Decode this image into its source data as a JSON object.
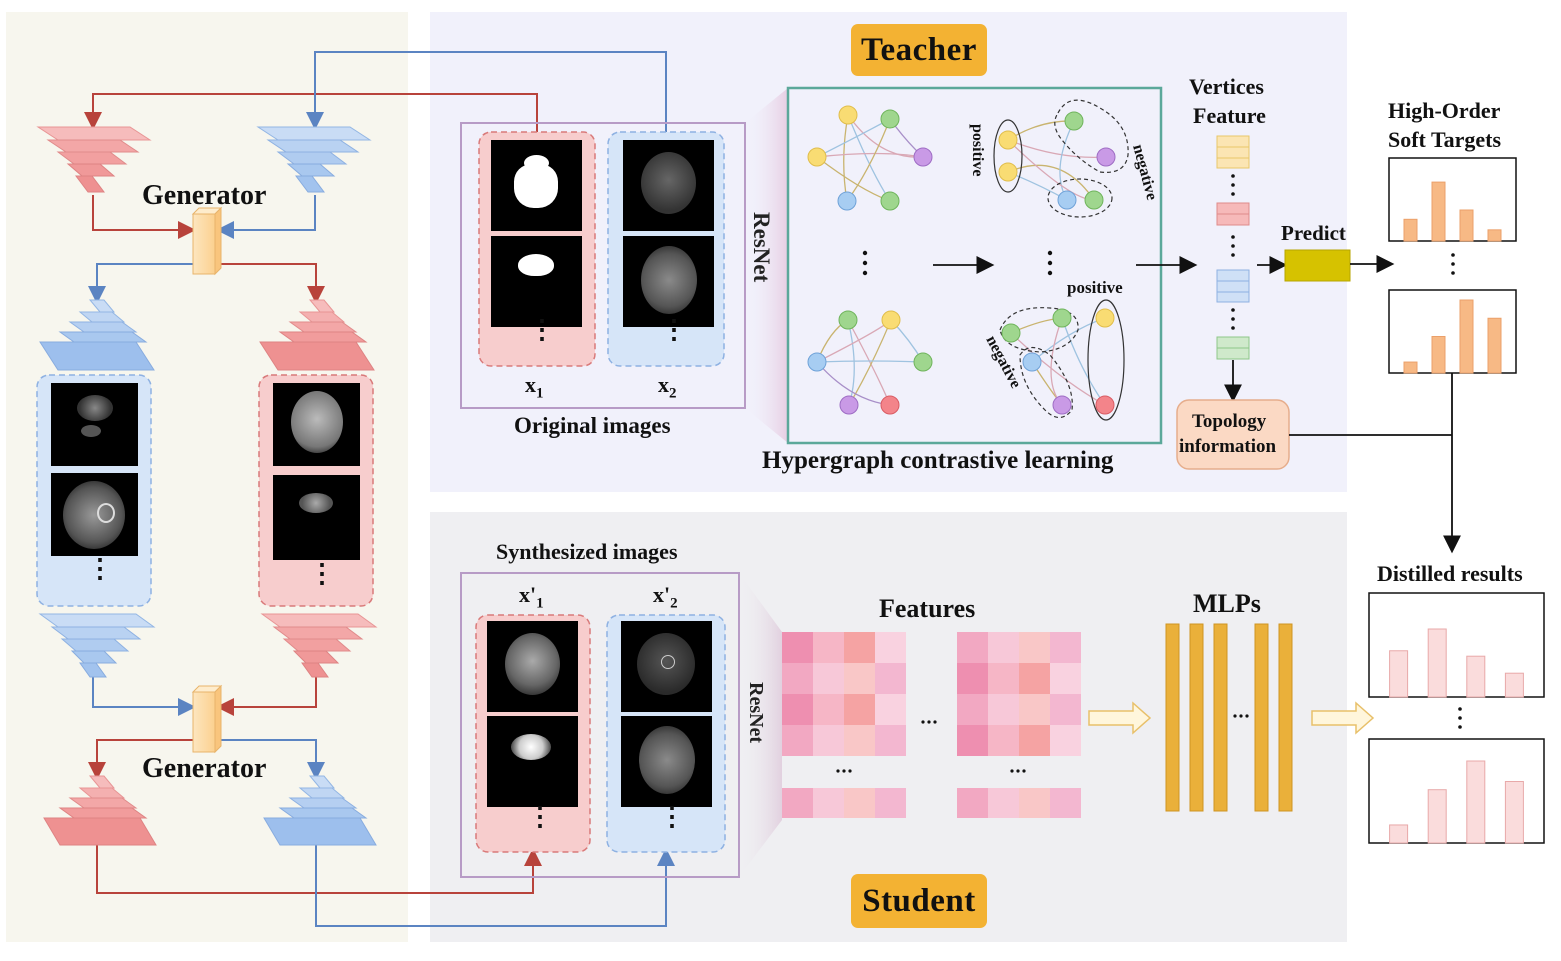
{
  "teacher_label": "Teacher",
  "student_label": "Student",
  "generator_top_label": "Generator",
  "generator_bottom_label": "Generator",
  "teacher": {
    "backbone_label": "ResNet",
    "x1_label": "x",
    "x1_sub": "1",
    "x2_label": "x",
    "x2_sub": "2",
    "original_images_label": "Original images",
    "hypergraph_label": "Hypergraph contrastive learning",
    "positive_top": "positive",
    "negative_top": "negative",
    "positive_bottom": "positive",
    "negative_bottom": "negative",
    "vertices_label_line1": "Vertices",
    "vertices_label_line2": "Feature",
    "topology_line1": "Topology",
    "topology_line2": "information",
    "predict_label": "Predict",
    "soft_targets_line1": "High-Order",
    "soft_targets_line2": "Soft Targets"
  },
  "student": {
    "backbone_label": "ResNet",
    "synth_label": "Synthesized images",
    "x1_label": "x'",
    "x1_sub": "1",
    "x2_label": "x'",
    "x2_sub": "2",
    "features_label": "Features",
    "mlps_label": "MLPs",
    "distilled_label": "Distilled results"
  },
  "colors": {
    "red_flow": "#b8433b",
    "blue_flow": "#5b84c2",
    "pink_pyramid": "#f3a7a7",
    "blue_pyramid": "#a9c8ef",
    "badge": "#f3b233",
    "predict_box": "#d6c200",
    "mlp_bar": "#eab03a",
    "soft_target_bar": "#f7b985",
    "distilled_bar": "#fadcdc",
    "hypergraph_border": "#5ba89a",
    "teacher_bg": "#f1f1fb",
    "student_bg": "#efeff2",
    "left_bg": "#f7f6ee"
  },
  "soft_targets_chart_1": [
    0.35,
    0.95,
    0.5,
    0.18
  ],
  "soft_targets_chart_2": [
    0.15,
    0.5,
    1.0,
    0.75
  ],
  "distilled_chart_1": [
    0.68,
    1.0,
    0.6,
    0.35
  ],
  "distilled_chart_2": [
    0.22,
    0.65,
    1.0,
    0.75
  ]
}
